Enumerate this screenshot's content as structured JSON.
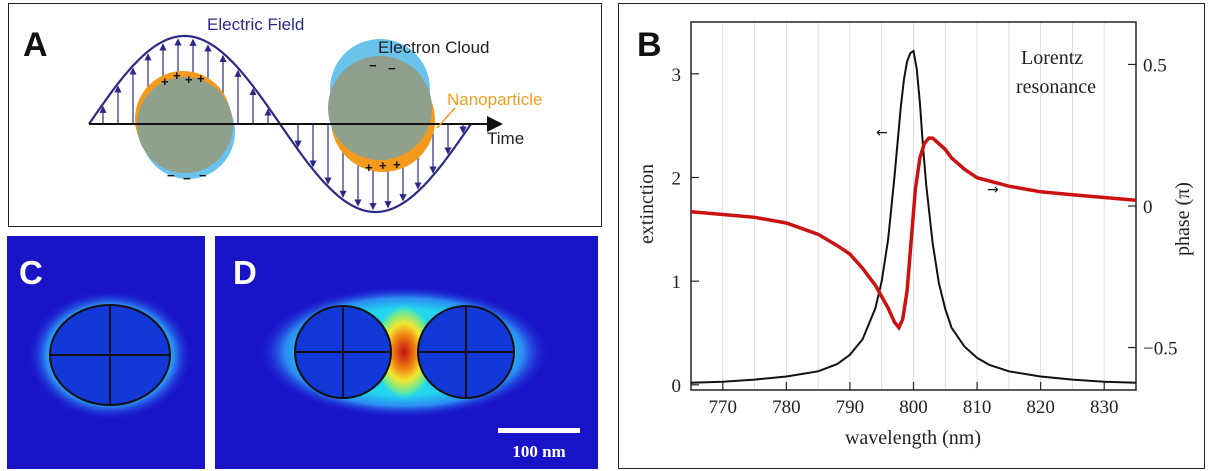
{
  "panel_a": {
    "letter": "A",
    "electric_field_label": "Electric Field",
    "electron_cloud_label": "Electron Cloud",
    "nanoparticle_label": "Nanoparticle",
    "time_label": "Time",
    "plus_sign": "+",
    "minus_sign": "−",
    "colors": {
      "wave": "#2d2a87",
      "cloud": "#6ac3ea",
      "particle": "#8fa08d",
      "charge": "#f39a1d",
      "nano_text": "#f0a020"
    }
  },
  "panel_b": {
    "letter": "B",
    "annotation_line1": "Lorentz",
    "annotation_line2": "resonance",
    "left_arrow": "←",
    "right_arrow": "→",
    "xlabel": "wavelength (nm)",
    "ylabel_left": "extinction",
    "ylabel_right": "phase (π)",
    "x_ticks": [
      "770",
      "780",
      "790",
      "800",
      "810",
      "820",
      "830"
    ],
    "y_left_ticks": [
      "0",
      "1",
      "2",
      "3"
    ],
    "y_right_ticks": [
      "0.5",
      "0",
      "−0.5"
    ]
  },
  "panel_c": {
    "letter": "C"
  },
  "panel_d": {
    "letter": "D",
    "scale_label": "100 nm"
  },
  "chart_data": {
    "type": "line",
    "title": "",
    "xlabel": "wavelength (nm)",
    "ylabel": "extinction",
    "ylabel_right": "phase (π)",
    "xlim": [
      765,
      835
    ],
    "ylim": [
      -0.05,
      3.5
    ],
    "y2lim": [
      -0.65,
      0.65
    ],
    "grid": true,
    "series": [
      {
        "axis": "left",
        "color": "#111111",
        "x": [
          765,
          770,
          775,
          780,
          785,
          788,
          790,
          792,
          794,
          795,
          796,
          797,
          798,
          798.5,
          799,
          799.5,
          800,
          800.5,
          801,
          801.5,
          802,
          803,
          804,
          805,
          806,
          808,
          810,
          812,
          815,
          820,
          825,
          830,
          835
        ],
        "y": [
          0.02,
          0.03,
          0.05,
          0.08,
          0.13,
          0.2,
          0.29,
          0.44,
          0.74,
          1.0,
          1.4,
          2.0,
          2.68,
          2.95,
          3.12,
          3.2,
          3.22,
          3.05,
          2.72,
          2.3,
          1.93,
          1.37,
          0.98,
          0.73,
          0.55,
          0.37,
          0.26,
          0.19,
          0.13,
          0.08,
          0.05,
          0.03,
          0.02
        ]
      },
      {
        "axis": "right",
        "color": "#cc1111",
        "x": [
          765,
          770,
          775,
          780,
          785,
          788,
          790,
          792,
          794,
          795,
          796,
          797,
          797.7,
          798.3,
          799,
          799.6,
          800.3,
          801,
          801.7,
          802.4,
          803,
          804,
          805,
          806,
          808,
          810,
          815,
          820,
          825,
          830,
          835
        ],
        "y": [
          -0.02,
          -0.03,
          -0.04,
          -0.06,
          -0.1,
          -0.14,
          -0.17,
          -0.22,
          -0.28,
          -0.32,
          -0.36,
          -0.41,
          -0.43,
          -0.4,
          -0.3,
          -0.13,
          0.06,
          0.17,
          0.22,
          0.24,
          0.24,
          0.22,
          0.2,
          0.17,
          0.13,
          0.1,
          0.07,
          0.05,
          0.04,
          0.03,
          0.02
        ]
      }
    ]
  }
}
